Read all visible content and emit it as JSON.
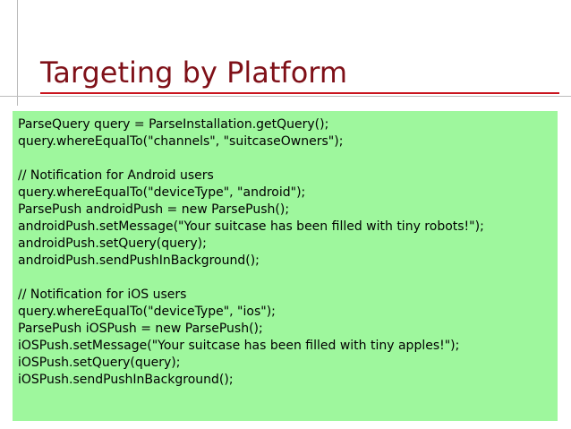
{
  "slide": {
    "title": "Targeting by Platform",
    "code_lines": [
      "ParseQuery query = ParseInstallation.getQuery();",
      "query.whereEqualTo(\"channels\", \"suitcaseOwners\");",
      "",
      "// Notification for Android users",
      "query.whereEqualTo(\"deviceType\", \"android\");",
      "ParsePush androidPush = new ParsePush();",
      "androidPush.setMessage(\"Your suitcase has been filled with tiny robots!\");",
      "androidPush.setQuery(query);",
      "androidPush.sendPushInBackground();",
      "",
      "// Notification for iOS users",
      "query.whereEqualTo(\"deviceType\", \"ios\");",
      "ParsePush iOSPush = new ParsePush();",
      "iOSPush.setMessage(\"Your suitcase has been filled with tiny apples!\");",
      "iOSPush.setQuery(query);",
      "iOSPush.sendPushInBackground();"
    ]
  },
  "colors": {
    "title": "#7f1018",
    "title_rule": "#c9141d",
    "code_background": "#9ef79d",
    "decorative_lines": "#bdbdbd"
  }
}
